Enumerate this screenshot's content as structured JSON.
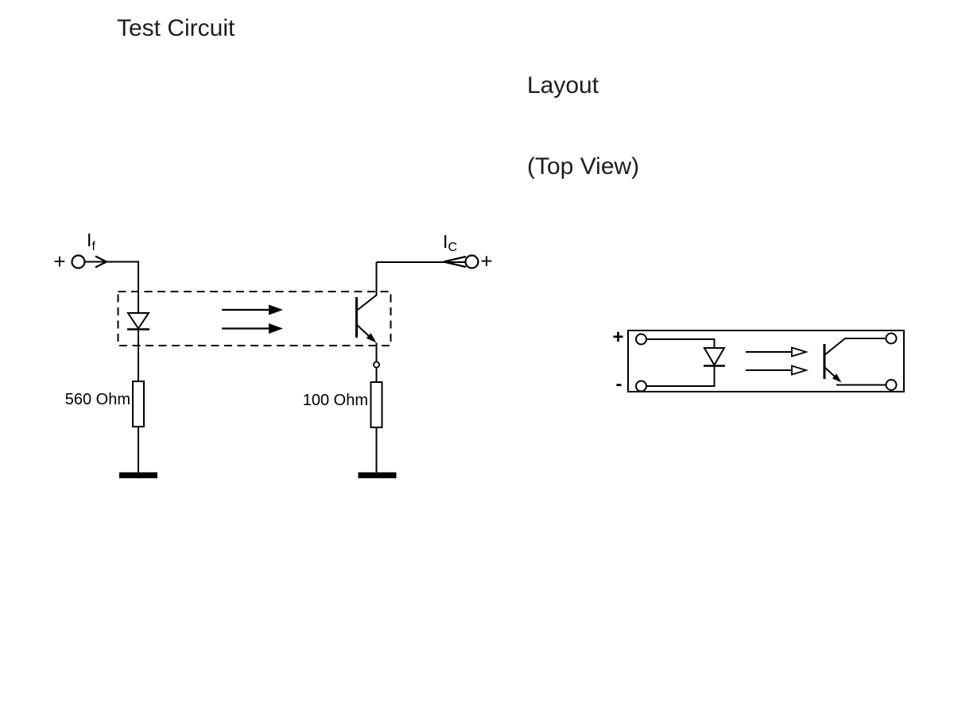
{
  "titles": {
    "left": "Test Circuit",
    "right_line1": "Layout",
    "right_line2": "(Top View)"
  },
  "test_circuit": {
    "input": {
      "polarity": "+",
      "current_symbol": "I",
      "current_subscript": "f"
    },
    "output": {
      "polarity": "+",
      "current_symbol": "I",
      "current_subscript": "C"
    },
    "resistors": {
      "input_side": "560 Ohm",
      "output_side": "100 Ohm"
    }
  },
  "layout": {
    "anode_label": "+",
    "cathode_label": "-"
  },
  "colors": {
    "ink": "#000000",
    "background": "#ffffff"
  }
}
